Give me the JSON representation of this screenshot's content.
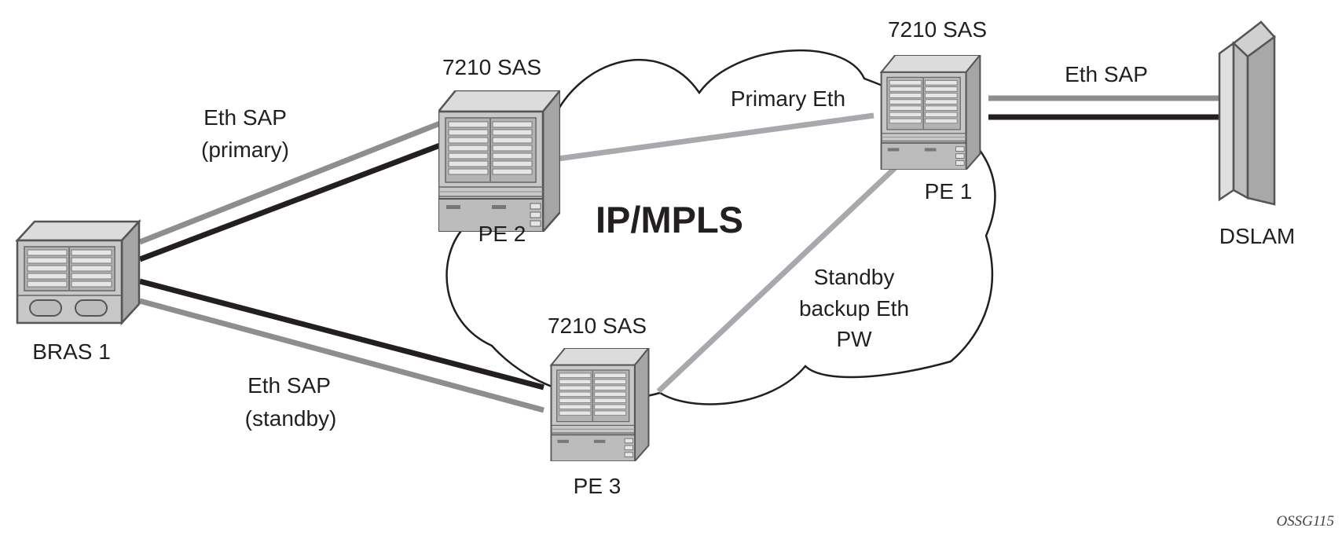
{
  "cloud": {
    "title": "IP/MPLS"
  },
  "nodes": {
    "pe1": {
      "model": "7210 SAS",
      "name": "PE 1"
    },
    "pe2": {
      "model": "7210 SAS",
      "name": "PE 2"
    },
    "pe3": {
      "model": "7210 SAS",
      "name": "PE 3"
    },
    "bras": {
      "name": "BRAS 1"
    },
    "dslam": {
      "name": "DSLAM"
    }
  },
  "links": {
    "bras_pe2": [
      "Eth SAP",
      "(primary)"
    ],
    "bras_pe3": [
      "Eth SAP",
      "(standby)"
    ],
    "pe1_dslam": "Eth SAP",
    "pe2_pe1": "Primary Eth",
    "pe3_pe1": [
      "Standby",
      "backup Eth",
      "PW"
    ]
  },
  "figure_id": "OSSG115",
  "colors": {
    "dark_line": "#231f20",
    "light_line": "#8e8e8e",
    "pw_line": "#a7a9ac",
    "chassis": "#c8c8c8"
  }
}
